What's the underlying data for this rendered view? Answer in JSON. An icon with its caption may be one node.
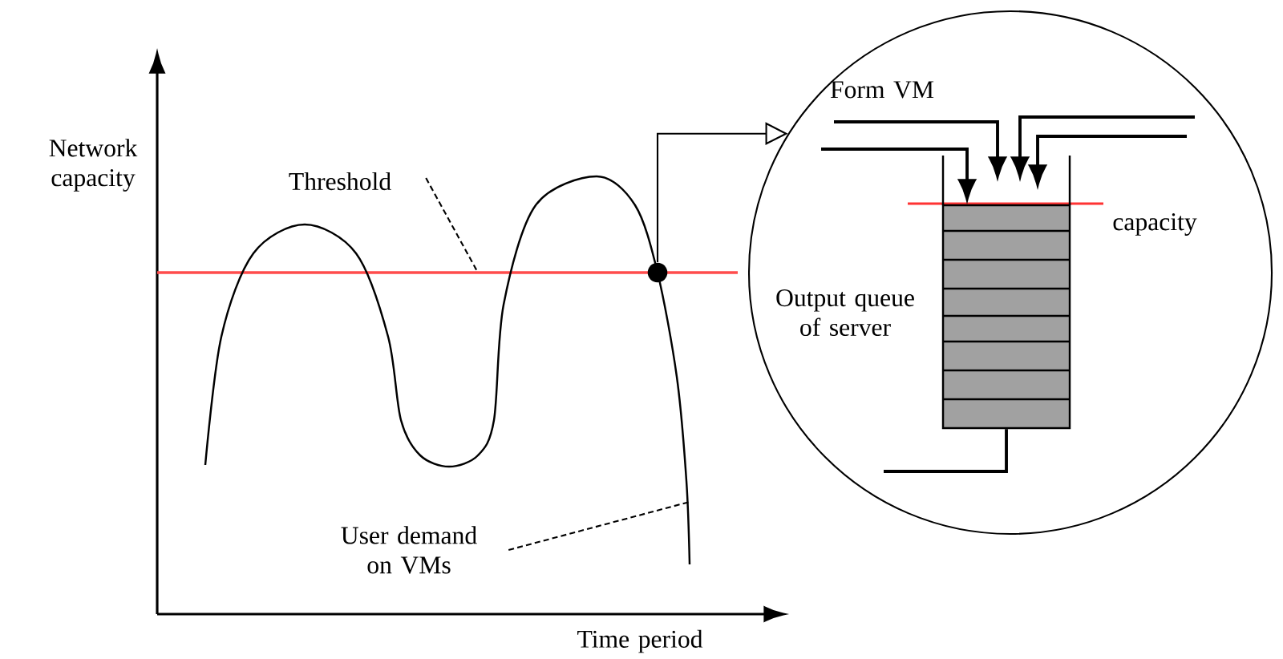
{
  "diagram": {
    "nodes": [
      {
        "text": [],
        "shape": "circle"
      },
      {
        "text": [],
        "shape": "circle"
      },
      {
        "text": [],
        "shape": "box",
        "in": 1
      },
      {
        "text": [
          "Threshold"
        ]
      },
      {
        "text": [
          "User demand on VMs"
        ]
      }
    ],
    "edges": [
      {
        "from": 0,
        "to": 1,
        "arrow": "to"
      },
      {
        "from": 3,
        "to": null,
        "arrow": "none",
        "style": "dashed"
      },
      {
        "from": 4,
        "to": null,
        "arrow": "none",
        "style": "dashed"
      },
      {
        "from": null,
        "to": 2,
        "arrow": "to"
      },
      {
        "from": null,
        "to": 2,
        "arrow": "to"
      },
      {
        "from": null,
        "to": 2,
        "arrow": "to"
      },
      {
        "from": null,
        "to": 2,
        "arrow": "to"
      },
      {
        "from": 2,
        "to": null,
        "arrow": "none"
      }
    ],
    "labels": [
      "Form VM",
      "Network capacity",
      "capacity",
      "Output queue of server",
      "Time period"
    ]
  }
}
